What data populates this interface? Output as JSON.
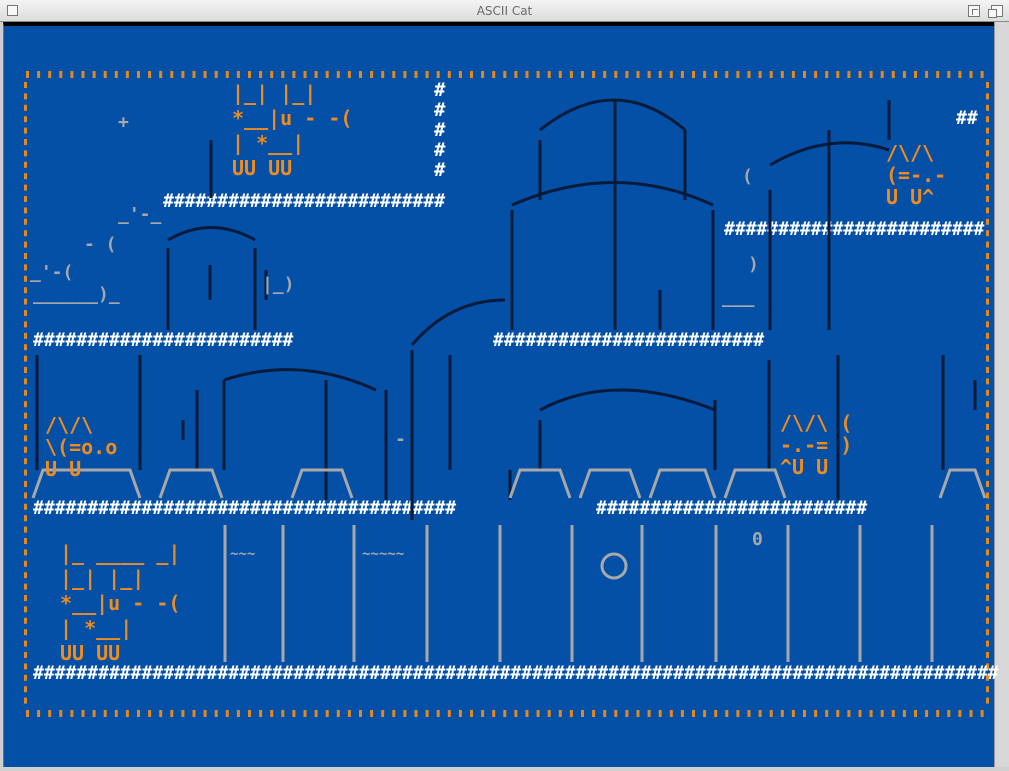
{
  "window": {
    "title": "ASCII Cat",
    "close_icon": "close-box-icon",
    "zoom_icon": "zoom-box-icon",
    "shade_icon": "shade-box-icon"
  },
  "colors": {
    "background": "#0450a6",
    "platform": "#ffffff",
    "border": "#e08a1e",
    "cat": "#f08c1e",
    "dark": "#061a3a",
    "grey": "#a8a8a8"
  },
  "game": {
    "platform_char": "#",
    "border_char": "'",
    "cats": [
      {
        "lines": [
          "  /\\/\\",
          "\\(=o.o",
          " U  U"
        ]
      },
      {
        "lines": [
          "  /\\/\\",
          "(=-.-",
          " U U^"
        ]
      },
      {
        "lines": [
          "/\\/\\ (",
          "-.-= )",
          "^U  U"
        ]
      }
    ],
    "beds": [
      {
        "lines": [
          "|_|    |_|",
          "*__|u - -(",
          "|    *__|",
          "UU   UU"
        ]
      },
      {
        "lines": [
          " |_ ____ _|",
          " |_|    |_|",
          "*__|u - -(",
          "|    *__|",
          " UU   UU"
        ]
      }
    ]
  }
}
